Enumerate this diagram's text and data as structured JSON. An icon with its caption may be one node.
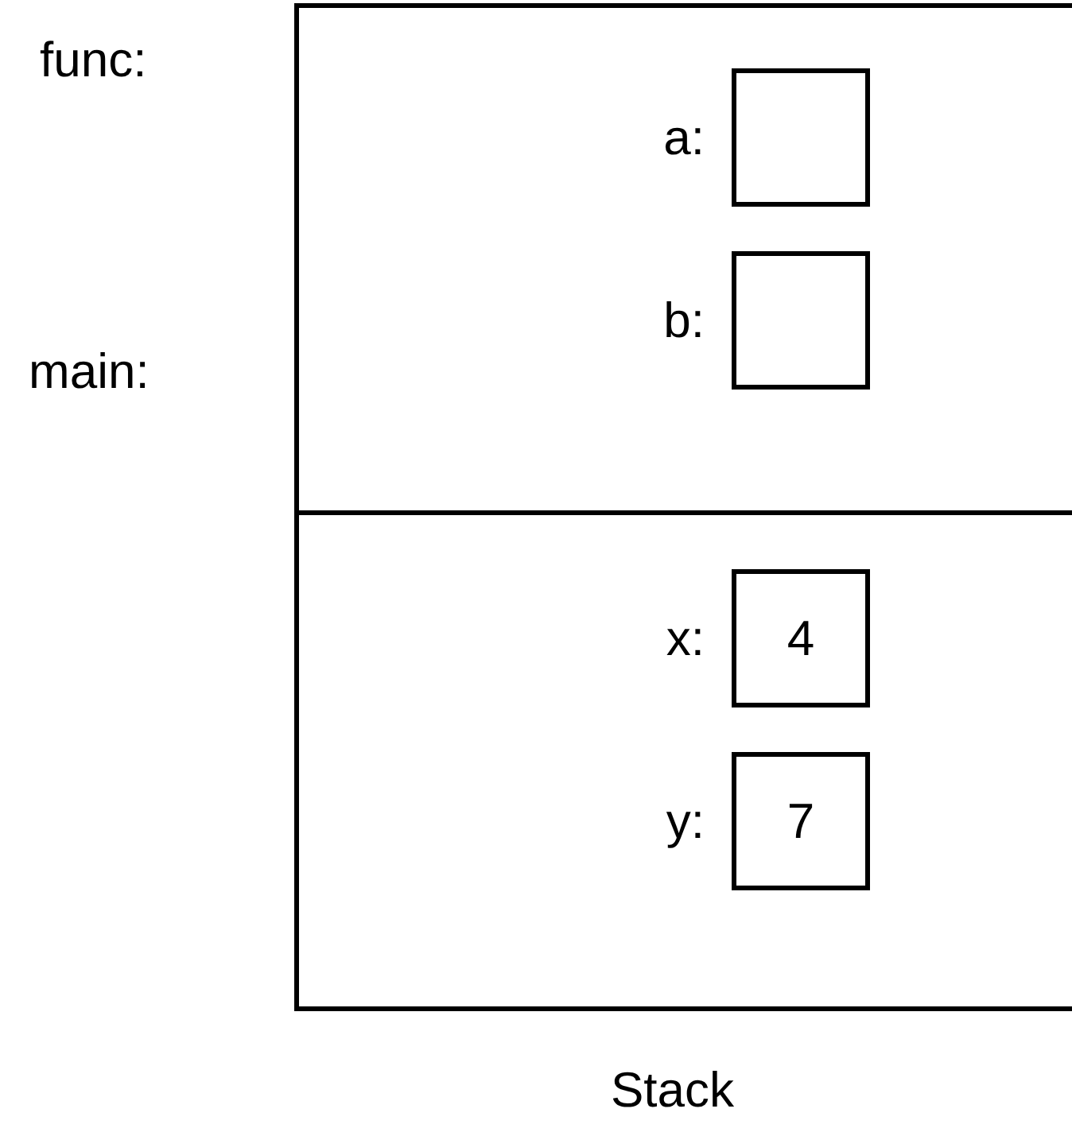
{
  "diagram": {
    "nodes": [
      {
        "text": [
          "func:"
        ]
      },
      {
        "text": [],
        "shape": "box",
        "beside": [
          "a:"
        ],
        "in": 0
      },
      {
        "text": [],
        "shape": "box",
        "beside": [
          "b:"
        ],
        "in": 0
      },
      {
        "text": [
          "main:"
        ]
      },
      {
        "text": [
          "4"
        ],
        "beside": [
          "x:"
        ],
        "in": 3
      },
      {
        "text": [
          "7"
        ],
        "beside": [
          "y:"
        ],
        "in": 3
      }
    ],
    "labels": [
      "Stack"
    ]
  }
}
